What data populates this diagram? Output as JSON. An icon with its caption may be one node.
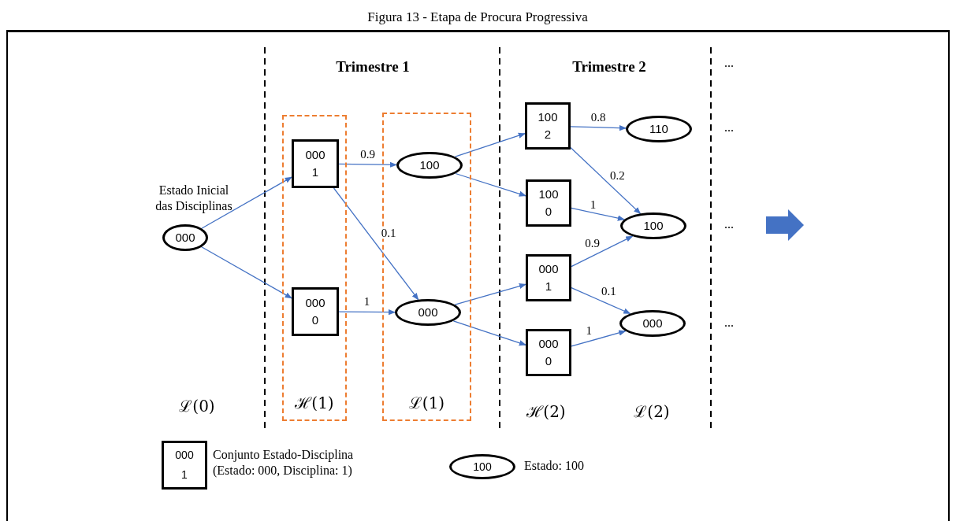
{
  "diagram": {
    "title": "Figura 13 - Etapa de Procura Progressiva",
    "nodes": [
      {
        "text": [
          "000"
        ],
        "beside": [
          "Estado Inicial das Disciplinas"
        ]
      },
      {
        "text": [
          "ℋ(1)"
        ]
      },
      {
        "text": [
          "000",
          "1"
        ],
        "in": 1
      },
      {
        "text": [
          "000",
          "0"
        ],
        "in": 1
      },
      {
        "text": [
          "ℒ(1)"
        ]
      },
      {
        "text": [
          "100"
        ],
        "in": 4
      },
      {
        "text": [
          "000"
        ],
        "in": 4
      },
      {
        "text": [
          "100",
          "2"
        ]
      },
      {
        "text": [
          "100",
          "0"
        ]
      },
      {
        "text": [
          "000",
          "1"
        ]
      },
      {
        "text": [
          "000",
          "0"
        ]
      },
      {
        "text": [
          "110"
        ]
      },
      {
        "text": [
          "100"
        ]
      },
      {
        "text": [
          "000"
        ]
      }
    ],
    "edges": [
      {
        "from": 0,
        "to": 2,
        "arrow": "to"
      },
      {
        "from": 0,
        "to": 3,
        "arrow": "to"
      },
      {
        "from": 2,
        "to": 5,
        "arrow": "to",
        "label": "0.9"
      },
      {
        "from": 2,
        "to": 6,
        "arrow": "to",
        "label": "0.1"
      },
      {
        "from": 3,
        "to": 6,
        "arrow": "to",
        "label": "1"
      },
      {
        "from": 5,
        "to": 7,
        "arrow": "to"
      },
      {
        "from": 5,
        "to": 8,
        "arrow": "to"
      },
      {
        "from": 6,
        "to": 9,
        "arrow": "to"
      },
      {
        "from": 6,
        "to": 10,
        "arrow": "to"
      },
      {
        "from": 7,
        "to": 11,
        "arrow": "to",
        "label": "0.8"
      },
      {
        "from": 7,
        "to": 12,
        "arrow": "to",
        "label": "0.2"
      },
      {
        "from": 8,
        "to": 12,
        "arrow": "to",
        "label": "1"
      },
      {
        "from": 9,
        "to": 12,
        "arrow": "to",
        "label": "0.9"
      },
      {
        "from": 9,
        "to": 13,
        "arrow": "to",
        "label": "0.1"
      },
      {
        "from": 10,
        "to": 13,
        "arrow": "to",
        "label": "1"
      }
    ],
    "labels": [
      "Trimestre 1",
      "Trimestre 2",
      "...",
      "...",
      "...",
      "...",
      "ℒ(0)",
      "ℋ(2)",
      "ℒ(2)",
      "000",
      "1",
      "100"
    ],
    "legend": [
      {
        "text": "Conjunto Estado-Disciplina (Estado: 000, Disciplina: 1)"
      },
      {
        "text": "Estado: 100"
      }
    ]
  }
}
